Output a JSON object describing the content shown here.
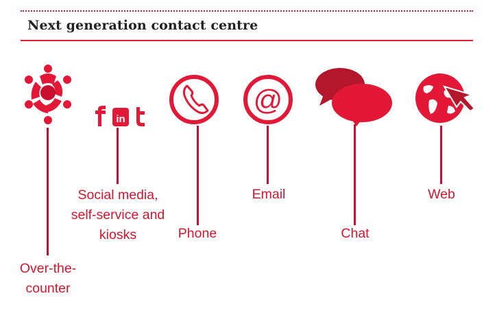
{
  "title": "Next generation contact centre",
  "labels": {
    "otc_line1": "Over-the-",
    "otc_line2": "counter",
    "social_line1": "Social media,",
    "social_line2": "self-service and",
    "social_line3": "kiosks",
    "phone": "Phone",
    "email": "Email",
    "chat": "Chat",
    "web": "Web"
  },
  "colors": {
    "accent": "#e31837",
    "dark_accent": "#c8102e"
  },
  "icons": [
    "people-circle-icon",
    "social-media-icon",
    "phone-icon",
    "email-icon",
    "chat-icon",
    "globe-icon"
  ]
}
